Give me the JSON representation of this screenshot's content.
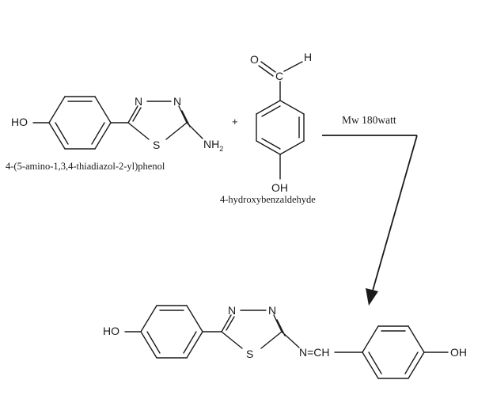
{
  "reactant1": {
    "name": "4-(5-amino-1,3,4-thiadiazol-2-yl)phenol",
    "labels": {
      "ho": "HO",
      "n1": "N",
      "n2": "N",
      "s": "S",
      "nh": "NH",
      "sub": "2"
    }
  },
  "plus": "+",
  "reactant2": {
    "name": "4-hydroxybenzaldehyde",
    "labels": {
      "o": "O",
      "c": "C",
      "h": "H",
      "oh": "OH"
    }
  },
  "condition": "Mw 180watt",
  "product": {
    "labels": {
      "ho": "HO",
      "n1": "N",
      "n2": "N",
      "s": "S",
      "imine": "N=CH",
      "oh": "OH"
    }
  }
}
